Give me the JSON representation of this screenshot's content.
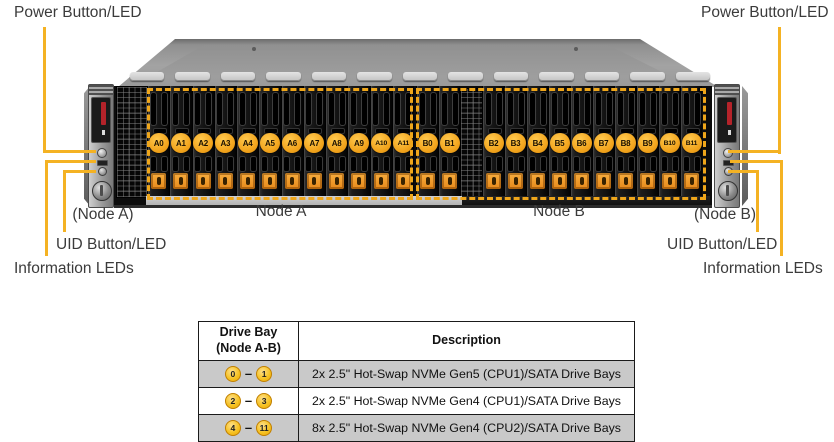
{
  "callouts": {
    "power_left": "Power Button/LED",
    "power_right": "Power Button/LED",
    "uid_left": "UID Button/LED",
    "uid_right": "UID Button/LED",
    "info_left": "Information LEDs",
    "info_right": "Information LEDs",
    "node_a_paren": "(Node A)",
    "node_a": "Node A",
    "node_b": "Node B",
    "node_b_paren": "(Node B)"
  },
  "chassis": {
    "node_a_bays": [
      "A0",
      "A1",
      "A2",
      "A3",
      "A4",
      "A5",
      "A6",
      "A7",
      "A8",
      "A9",
      "A10",
      "A11"
    ],
    "node_b_bays_front": [
      "B0",
      "B1"
    ],
    "node_b_bays_rear": [
      "B2",
      "B3",
      "B4",
      "B5",
      "B6",
      "B7",
      "B8",
      "B9",
      "B10",
      "B11"
    ]
  },
  "colors": {
    "callout_yellow": "#F4B223",
    "dashed_outline": "#EFA61A",
    "bay_label_amber": "#F2A41C",
    "latch_orange": "#E8891A",
    "table_badge_fill": "#F5C01E",
    "table_badge_border": "#C07F00",
    "table_row_gray": "#C9C9C9"
  },
  "table": {
    "header": {
      "col1_line1": "Drive Bay",
      "col1_line2": "(Node A-B)",
      "col2": "Description"
    },
    "rows": [
      {
        "bay_from": "0",
        "separator": "–",
        "bay_to": "1",
        "description": "2x 2.5\" Hot-Swap NVMe Gen5 (CPU1)/SATA Drive Bays"
      },
      {
        "bay_from": "2",
        "separator": "–",
        "bay_to": "3",
        "description": "2x 2.5\" Hot-Swap NVMe Gen4 (CPU1)/SATA Drive Bays"
      },
      {
        "bay_from": "4",
        "separator": "–",
        "bay_to": "11",
        "description": "8x 2.5\" Hot-Swap NVMe Gen4 (CPU2)/SATA Drive Bays"
      }
    ]
  }
}
